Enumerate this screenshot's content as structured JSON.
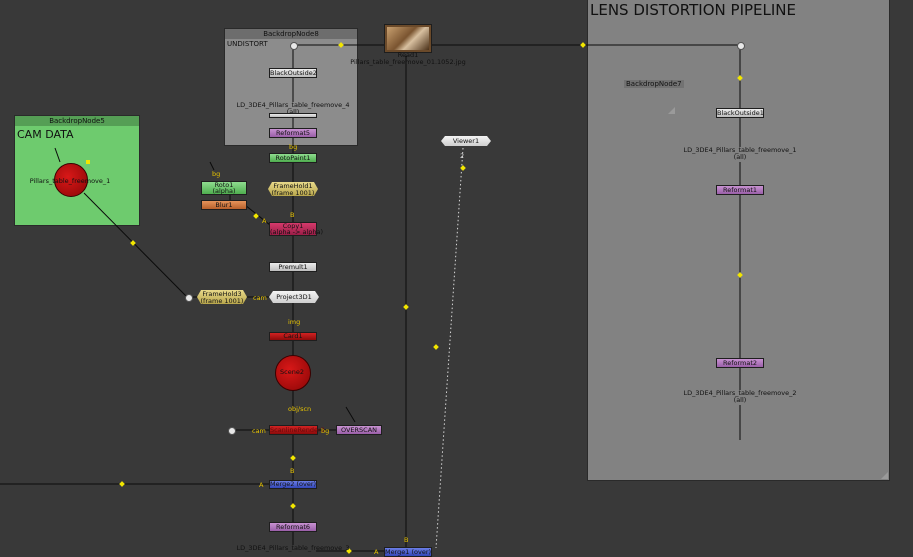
{
  "backdrops": {
    "cam": {
      "name": "BackdropNode5",
      "big": "CAM DATA"
    },
    "undistort": {
      "name": "BackdropNode8",
      "sub": "UNDISTORT"
    },
    "lens": {
      "big": "LENS DISTORTION PIPELINE",
      "sub": "BackdropNode7"
    }
  },
  "nodes": {
    "read1": {
      "name": "Read1",
      "file": "Pillars_table_freemove_01.1052.jpg"
    },
    "black_outside2": "BlackOutside2",
    "ld4": {
      "line1": "LD_3DE4_Pillars_table_freemove_4",
      "line2": "(all)"
    },
    "reformat5": "Reformat5",
    "rotopaint1": "RotoPaint1",
    "roto1": {
      "line1": "Roto1",
      "line2": "(alpha)"
    },
    "blur1": "Blur1",
    "framehold1": {
      "line1": "FrameHold1",
      "line2": "(frame 1001)"
    },
    "copy1": {
      "line1": "Copy1",
      "line2": "(alpha -> alpha)"
    },
    "premult1": "Premult1",
    "framehold3": {
      "line1": "FrameHold3",
      "line2": "(frame 1001)"
    },
    "project3d1": "Project3D1",
    "card1": "Card1",
    "scene2": "Scene2",
    "scanline": "ScanlineRender2",
    "overscan": "OVERSCAN",
    "merge_over_a": "Merge2 (over)",
    "reformat6": "Reformat6",
    "ld5": "LD_3DE4_Pillars_table_freemove_3",
    "merge1": "Merge1 (over)",
    "viewer1": "Viewer1",
    "cam_node": "Pillars_table_freemove_1",
    "black_outside1": "BlackOutside1",
    "ld1": {
      "line1": "LD_3DE4_Pillars_table_freemove_1",
      "line2": "(all)"
    },
    "reformat1": "Reformat1",
    "reformat2": "Reformat2",
    "ld2": {
      "line1": "LD_3DE4_Pillars_table_freemove_2",
      "line2": "(all)"
    }
  },
  "edge_labels": {
    "bg1": "bg",
    "bg2": "bg",
    "b1": "B",
    "a1": "A",
    "cam1": "cam",
    "img": "img",
    "objscn": "obj/scn",
    "cam2": "cam",
    "bg3": "bg",
    "b2": "B",
    "a2": "A",
    "b3": "B",
    "a3": "A",
    "viewer_in": "2"
  },
  "colors": {
    "canvas": "#393939",
    "backdrop_gray": "#8c8c8c",
    "backdrop_lens": "#828282",
    "backdrop_cam": "#6ecb6e",
    "edge": "#0a0a0a",
    "edge_dot": "#f2e600"
  }
}
